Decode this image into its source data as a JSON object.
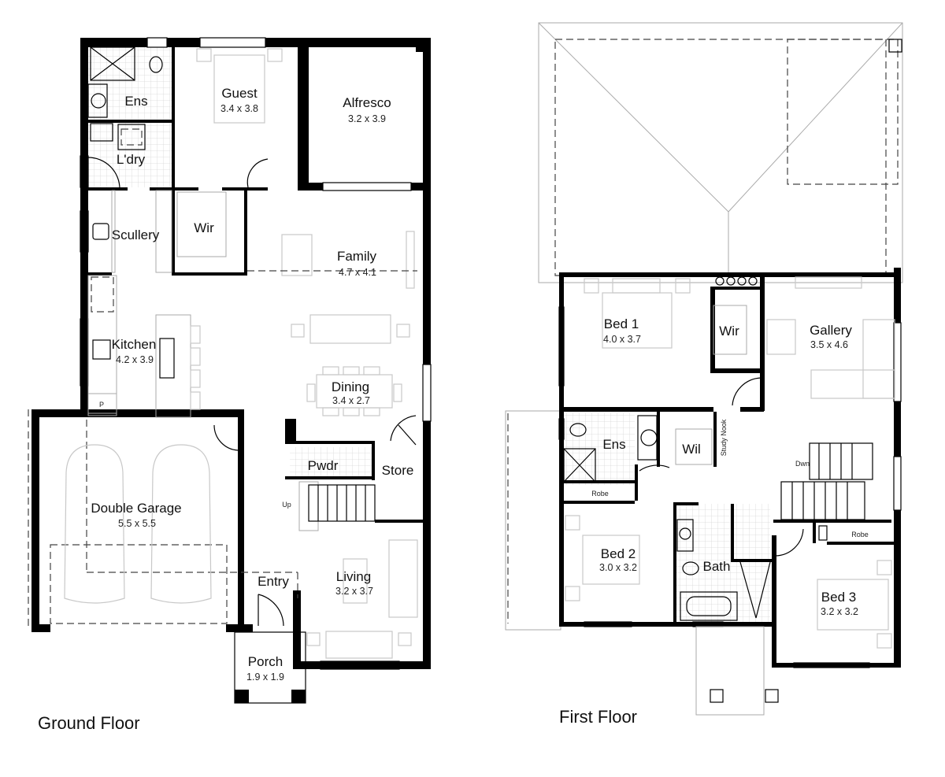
{
  "ground_floor": {
    "title": "Ground Floor",
    "rooms": {
      "ens": {
        "name": "Ens"
      },
      "guest": {
        "name": "Guest",
        "dim": "3.4 x 3.8"
      },
      "alfresco": {
        "name": "Alfresco",
        "dim": "3.2 x 3.9"
      },
      "ldry": {
        "name": "L'dry"
      },
      "scullery": {
        "name": "Scullery"
      },
      "wir": {
        "name": "Wir"
      },
      "family": {
        "name": "Family",
        "dim": "4.7 x 4.1"
      },
      "kitchen": {
        "name": "Kitchen",
        "dim": "4.2 x 3.9"
      },
      "pantry": {
        "name": "P"
      },
      "dining": {
        "name": "Dining",
        "dim": "3.4 x 2.7"
      },
      "pwdr": {
        "name": "Pwdr"
      },
      "store": {
        "name": "Store"
      },
      "stairs": {
        "name": "Up"
      },
      "garage": {
        "name": "Double Garage",
        "dim": "5.5 x 5.5"
      },
      "entry": {
        "name": "Entry"
      },
      "living": {
        "name": "Living",
        "dim": "3.2 x 3.7"
      },
      "porch": {
        "name": "Porch",
        "dim": "1.9 x 1.9"
      }
    }
  },
  "first_floor": {
    "title": "First Floor",
    "rooms": {
      "bed1": {
        "name": "Bed 1",
        "dim": "4.0 x 3.7"
      },
      "wir": {
        "name": "Wir"
      },
      "gallery": {
        "name": "Gallery",
        "dim": "3.5 x 4.6"
      },
      "ens": {
        "name": "Ens"
      },
      "wil": {
        "name": "Wil"
      },
      "study_nook": {
        "name": "Study Nook"
      },
      "stairs": {
        "name": "Dwn"
      },
      "robe1": {
        "name": "Robe"
      },
      "robe2": {
        "name": "Robe"
      },
      "bed2": {
        "name": "Bed 2",
        "dim": "3.0 x 3.2"
      },
      "bath": {
        "name": "Bath"
      },
      "bed3": {
        "name": "Bed 3",
        "dim": "3.2 x 3.2"
      }
    }
  }
}
